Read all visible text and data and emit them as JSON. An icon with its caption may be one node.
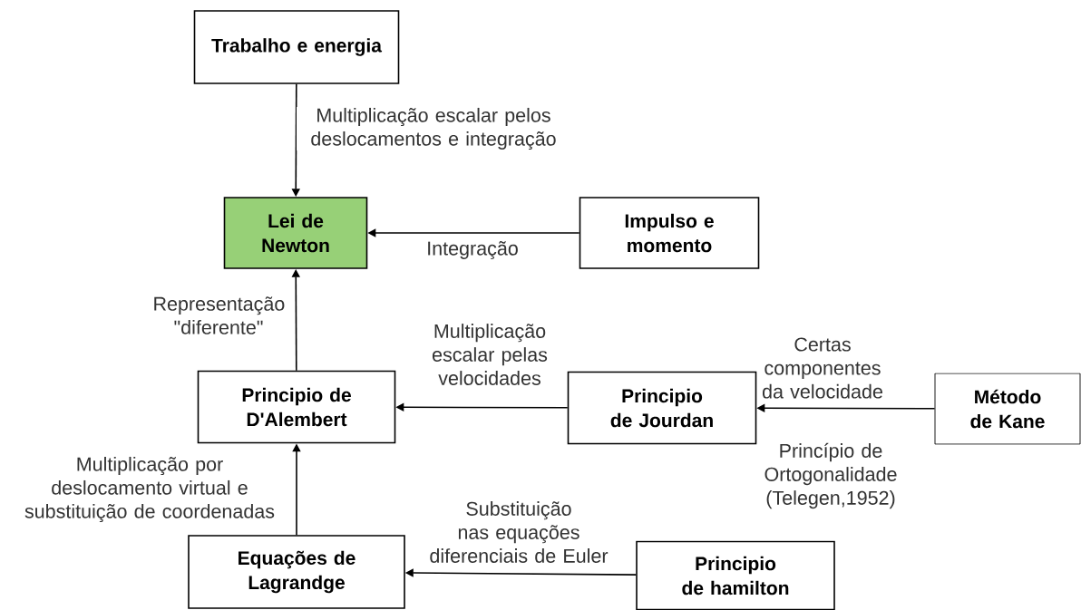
{
  "diagram": {
    "nodes": [
      {
        "text": [
          "Trabalho e energia"
        ]
      },
      {
        "text": [
          "Lei de Newton"
        ]
      },
      {
        "text": [
          "Impulso e momento"
        ]
      },
      {
        "text": [
          "Principio de D'Alembert"
        ]
      },
      {
        "text": [
          "Principio de Jourdan"
        ]
      },
      {
        "text": [
          "Método de Kane"
        ]
      },
      {
        "text": [
          "Equações de Lagrandge"
        ]
      },
      {
        "text": [
          "Principio de hamilton"
        ]
      }
    ],
    "edges": [
      {
        "from": 0,
        "to": 1,
        "arrow": "to",
        "label": "Multiplicação escalar pelos deslocamentos e integração"
      },
      {
        "from": 2,
        "to": 1,
        "arrow": "to",
        "label": "Integração"
      },
      {
        "from": 3,
        "to": 1,
        "arrow": "to",
        "label": "Representação \"diferente\""
      },
      {
        "from": 4,
        "to": 3,
        "arrow": "to",
        "label": "Multiplicação escalar pelas velocidades"
      },
      {
        "from": 5,
        "to": 4,
        "arrow": "to",
        "label": "Certas componentes da velocidade"
      },
      {
        "from": 6,
        "to": 3,
        "arrow": "to",
        "label": "Multiplicação por deslocamento virtual e substituição de coordenadas"
      },
      {
        "from": 7,
        "to": 6,
        "arrow": "to",
        "label": "Substituição nas equações diferenciais de Euler"
      }
    ],
    "labels": [
      "Princípio de Ortogonalidade (Telegen,1952)"
    ]
  }
}
